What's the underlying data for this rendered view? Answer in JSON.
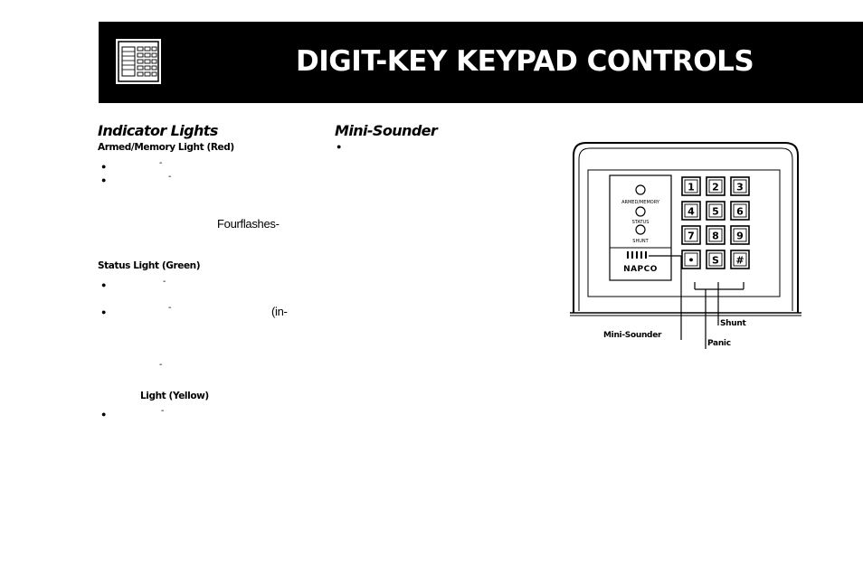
{
  "header": {
    "title": "DIGIT-KEY KEYPAD CONTROLS",
    "icon": "keypad-icon"
  },
  "col1": {
    "heading": "Indicator Lights",
    "armed_sub": "Armed/Memory Light (Red)",
    "four_flashes": "Fourflashes-",
    "status_sub": "Status Light (Green)",
    "in_frag": "(in-",
    "shunt_sub": "Light (Yellow)"
  },
  "col2": {
    "heading": "Mini-Sounder"
  },
  "keypad": {
    "led_labels": [
      "ARMED/MEMORY",
      "STATUS",
      "SHUNT"
    ],
    "brand": "NAPCO",
    "keys": [
      "1",
      "2",
      "3",
      "4",
      "5",
      "6",
      "7",
      "8",
      "9",
      "•",
      "S",
      "#"
    ],
    "callouts": {
      "mini_sounder": "Mini-Sounder",
      "shunt": "Shunt",
      "panic": "Panic"
    }
  }
}
